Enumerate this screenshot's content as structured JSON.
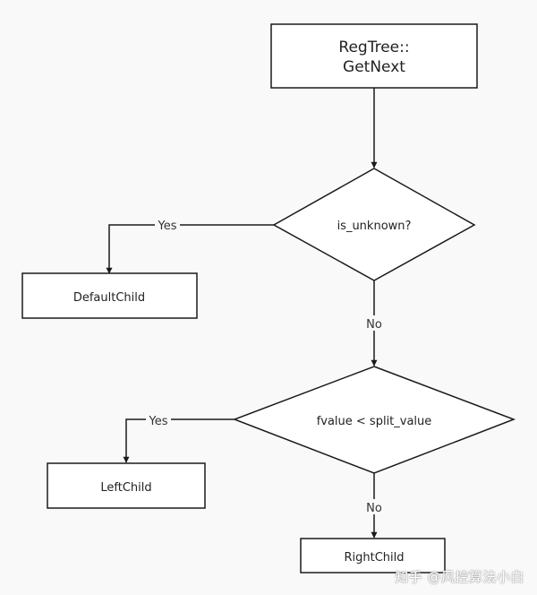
{
  "nodes": {
    "start_line1": "RegTree::",
    "start_line2": "GetNext",
    "decision1": "is_unknown?",
    "default_child": "DefaultChild",
    "decision2": "fvalue < split_value",
    "left_child": "LeftChild",
    "right_child": "RightChild"
  },
  "edges": {
    "d1_yes": "Yes",
    "d1_no": "No",
    "d2_yes": "Yes",
    "d2_no": "No"
  },
  "watermark": "知乎 @风控算法小白",
  "colors": {
    "background": "#f9f9f9",
    "stroke": "#1a1a1a",
    "node_fill": "#ffffff"
  }
}
